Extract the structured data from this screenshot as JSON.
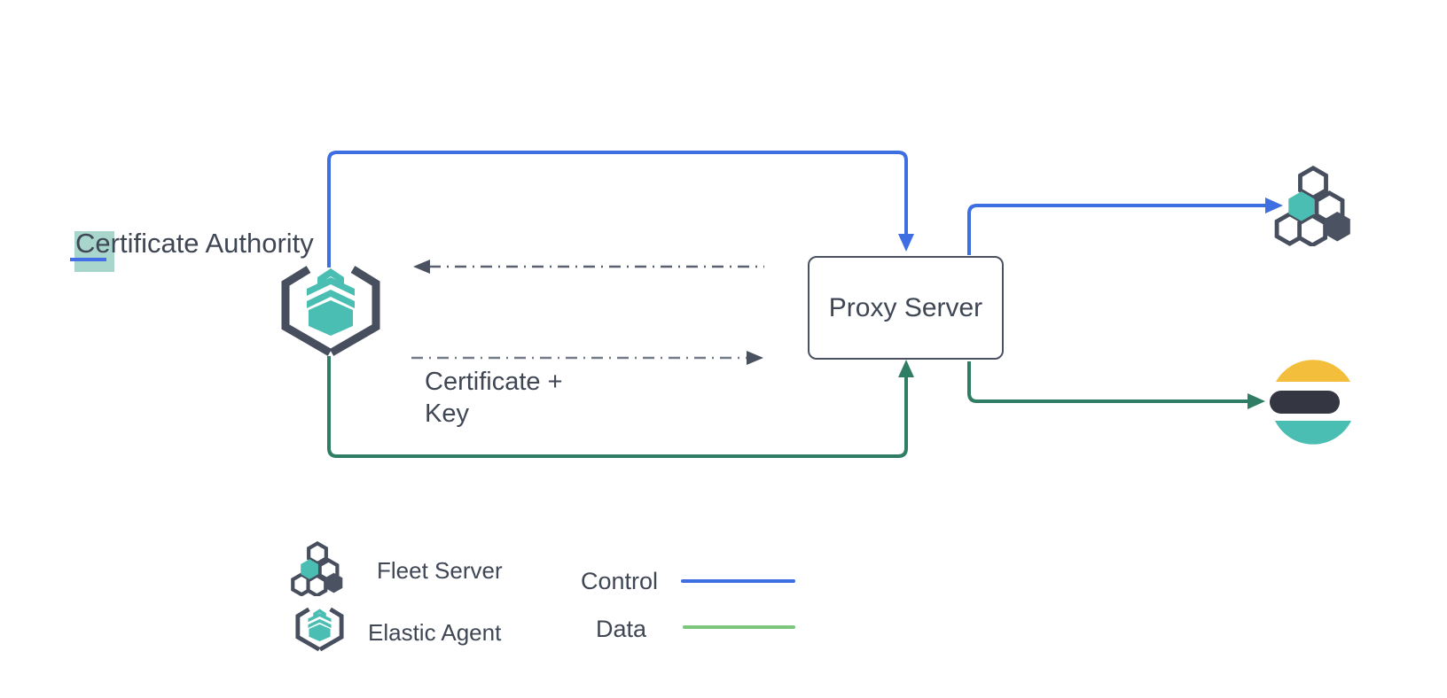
{
  "diagram": {
    "certificate_authority": {
      "selected_char": "C",
      "rest": "ertificate Authority"
    },
    "nodes": {
      "proxy_server": "Proxy Server",
      "elastic_agent_icon": "elastic-agent-icon",
      "fleet_server_icon": "fleet-server-icon",
      "elasticsearch_icon": "elasticsearch-icon"
    },
    "annotations": {
      "certificate_key_line1": "Certificate +",
      "certificate_key_line2": "Key"
    },
    "connectors": [
      {
        "name": "control-agent-to-proxy",
        "type": "control",
        "color": "#3D6EE2"
      },
      {
        "name": "control-proxy-to-fleet",
        "type": "control",
        "color": "#3D6EE2"
      },
      {
        "name": "data-agent-to-proxy",
        "type": "data",
        "color": "#2E7D64"
      },
      {
        "name": "data-proxy-to-elasticsearch",
        "type": "data",
        "color": "#2E7D64"
      },
      {
        "name": "certificate-key-to-agent",
        "type": "dashed",
        "color": "#59606F"
      },
      {
        "name": "certificate-key-to-proxy",
        "type": "dashed",
        "color": "#737B89"
      }
    ],
    "legend": {
      "items": [
        {
          "icon": "fleet-server-icon",
          "label": "Fleet Server"
        },
        {
          "icon": "elastic-agent-icon",
          "label": "Elastic Agent"
        }
      ],
      "lines": [
        {
          "label": "Control",
          "color": "#3D6EE2"
        },
        {
          "label": "Data",
          "color": "#7CC67D"
        }
      ]
    },
    "colors": {
      "slate": "#474E5E",
      "teal": "#4BBEB3",
      "yellow": "#F2BE3C",
      "ink_bar": "#343741",
      "control_blue": "#3D6EE2",
      "data_green_diagram": "#2E7D64",
      "data_green_legend": "#7CC67D",
      "selection_highlight": "#A9D6CC",
      "selection_underline": "#4170E8",
      "text": "#3F4654"
    }
  }
}
